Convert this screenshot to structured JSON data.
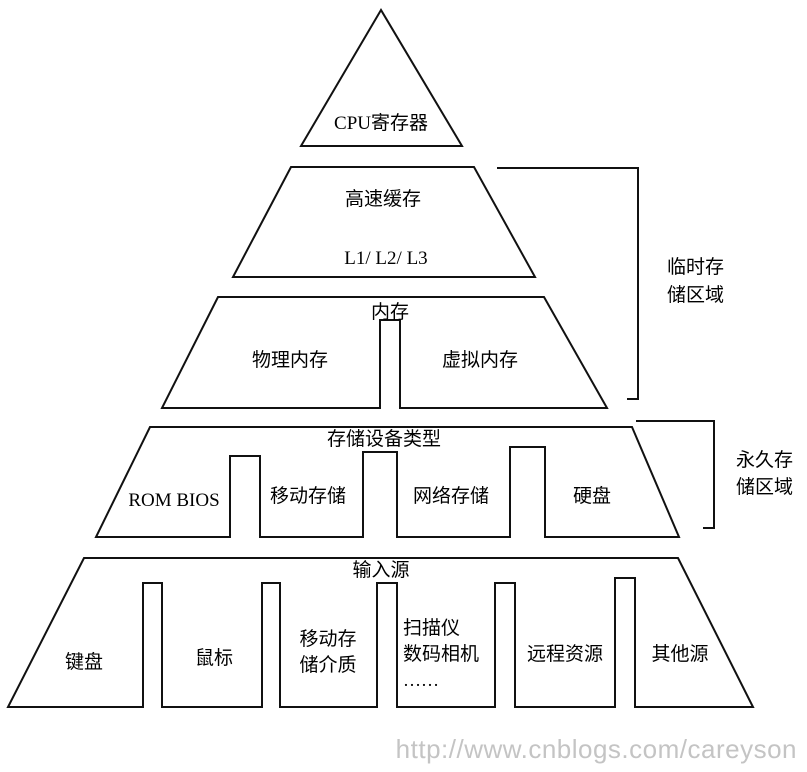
{
  "pyramid": {
    "level_cpu": {
      "title": "CPU寄存器"
    },
    "level_cache": {
      "title": "高速缓存",
      "subtitle": "L1/ L2/ L3"
    },
    "level_memory": {
      "title": "内存",
      "parts": [
        "物理内存",
        "虚拟内存"
      ]
    },
    "level_storage": {
      "title": "存储设备类型",
      "parts": [
        "ROM BIOS",
        "移动存储",
        "网络存储",
        "硬盘"
      ]
    },
    "level_input": {
      "title": "输入源",
      "parts": [
        {
          "lines": [
            "键盘"
          ]
        },
        {
          "lines": [
            "鼠标"
          ]
        },
        {
          "lines": [
            "移动存",
            "储介质"
          ]
        },
        {
          "lines": [
            "扫描仪",
            "数码相机",
            "……"
          ]
        },
        {
          "lines": [
            "远程资源"
          ]
        },
        {
          "lines": [
            "其他源"
          ]
        }
      ]
    }
  },
  "brackets": {
    "temporary": {
      "lines": [
        "临时存",
        "储区域"
      ]
    },
    "permanent": {
      "lines": [
        "永久存",
        "储区域"
      ]
    }
  },
  "watermark": "http://www.cnblogs.com/careyson",
  "colors": {
    "stroke": "#111111",
    "fill": "#ffffff",
    "text": "#000000",
    "watermark": "#c4c4c4"
  }
}
